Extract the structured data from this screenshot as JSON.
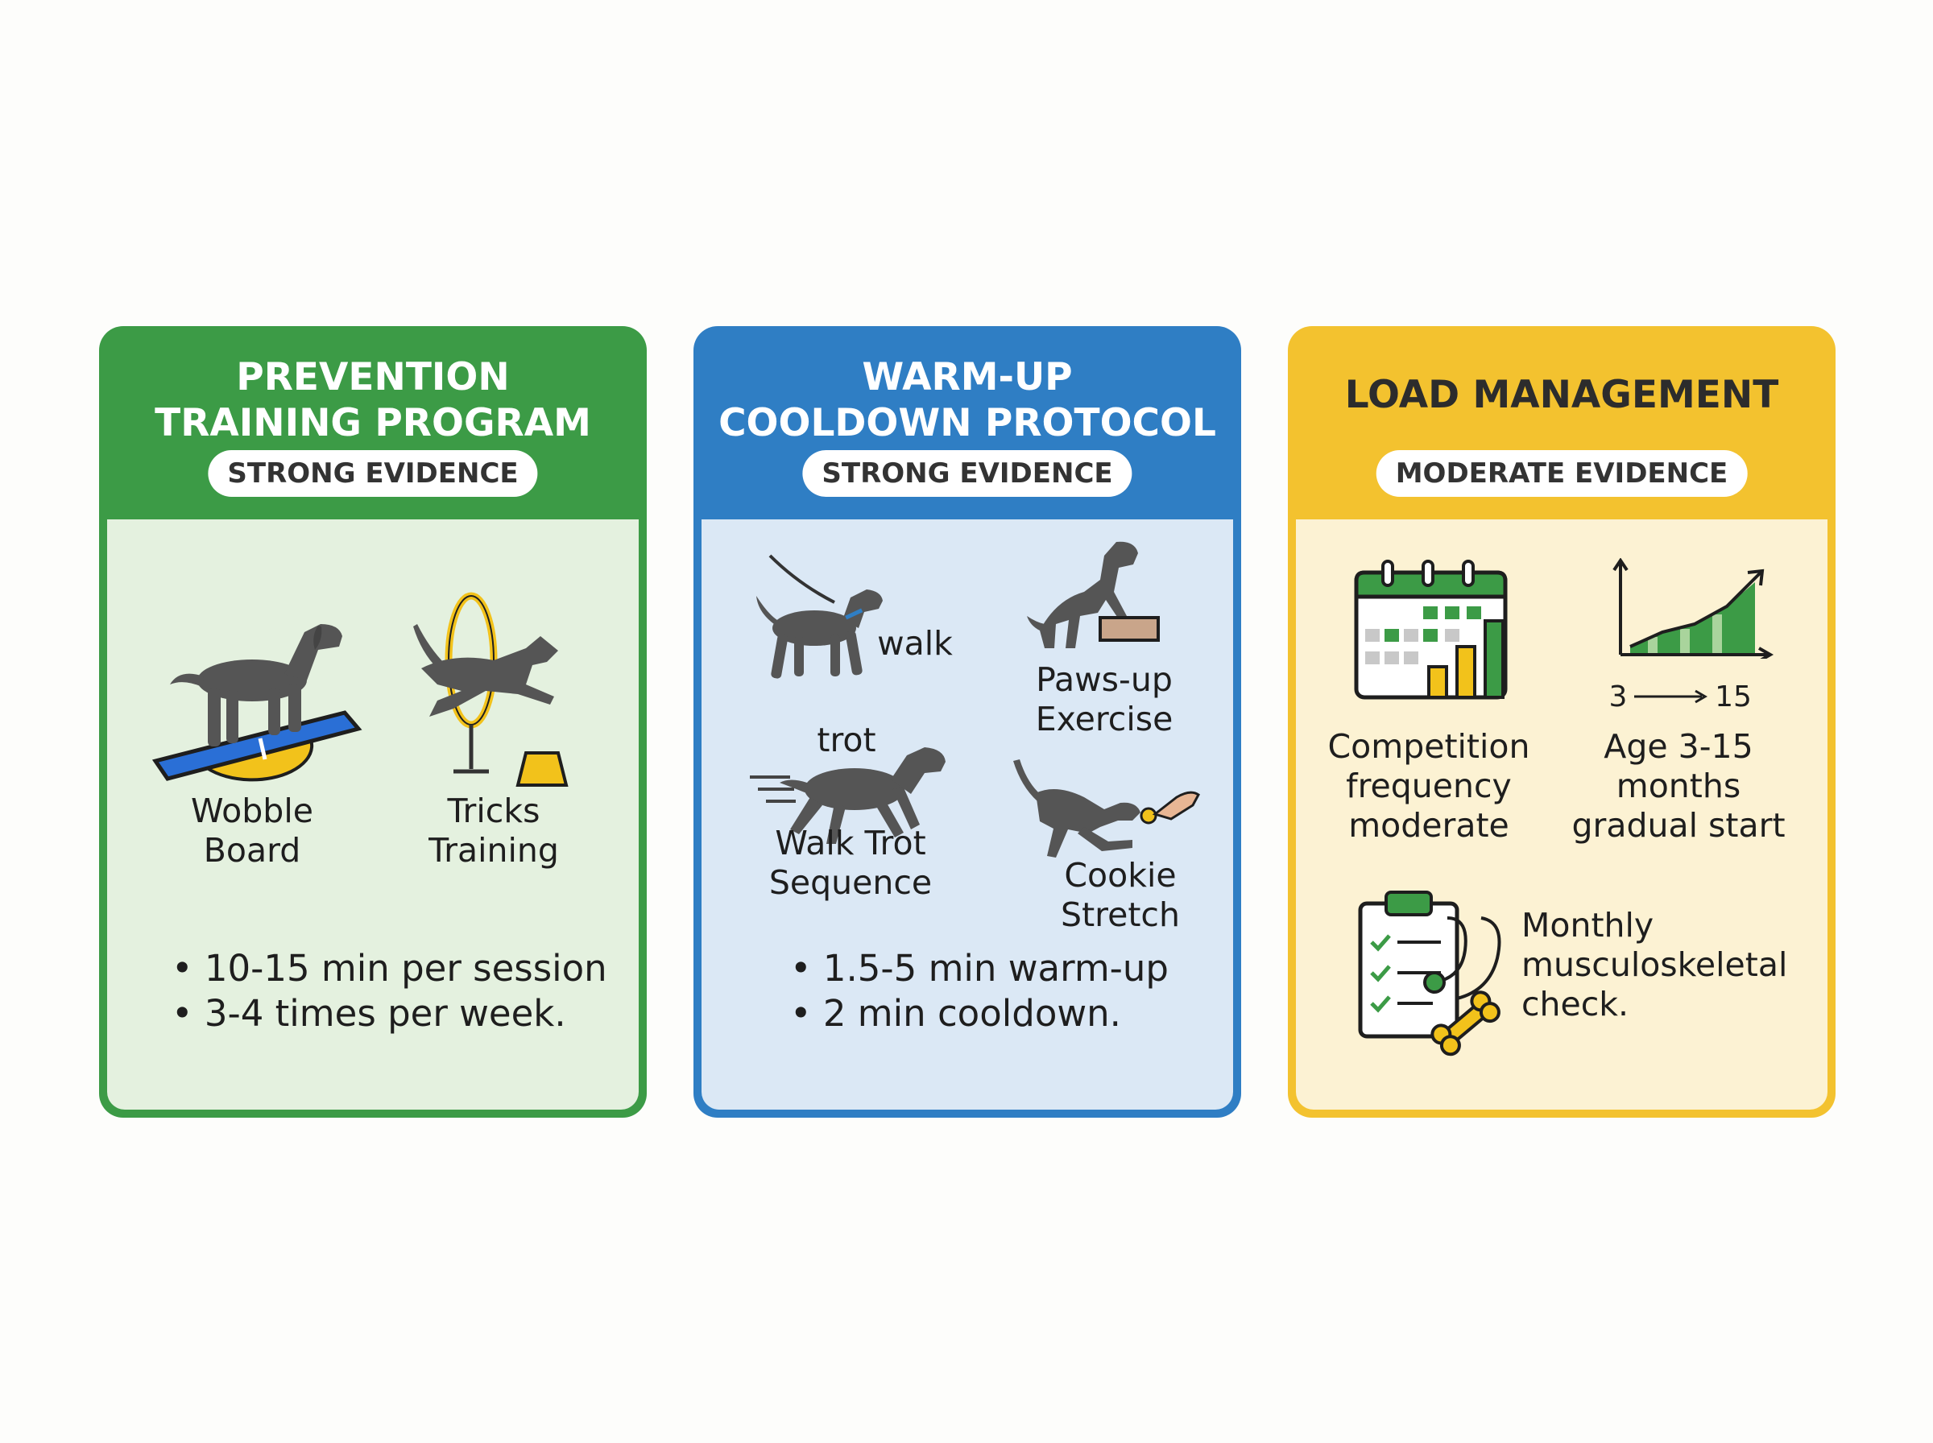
{
  "colors": {
    "green": "#3c9b46",
    "blue": "#2f7ec4",
    "yellow": "#f3c22f",
    "dog_gray": "#505050"
  },
  "cards": [
    {
      "title_lines": [
        "PREVENTION",
        "TRAINING PROGRAM"
      ],
      "badge": "STRONG EVIDENCE",
      "items": [
        {
          "label": "Wobble\nBoard",
          "icon": "dog-on-wobble-board-icon"
        },
        {
          "label": "Tricks\nTraining",
          "icon": "dog-jumping-hoop-icon"
        }
      ],
      "bullets": [
        "• 10-15 min per session",
        "• 3-4 times per week."
      ]
    },
    {
      "title_lines": [
        "WARM-UP",
        "COOLDOWN PROTOCOL"
      ],
      "badge": "STRONG EVIDENCE",
      "items": [
        {
          "label": "walk",
          "icon": "dog-on-leash-icon"
        },
        {
          "label": "Paws-up\nExercise",
          "icon": "dog-paws-up-icon"
        },
        {
          "label": "trot",
          "icon": "dog-trotting-icon"
        },
        {
          "label": "Walk Trot\nSequence",
          "icon": ""
        },
        {
          "label": "Cookie\nStretch",
          "icon": "dog-cookie-stretch-icon"
        }
      ],
      "bullets": [
        "• 1.5-5 min warm-up",
        "• 2 min cooldown."
      ]
    },
    {
      "title_lines": [
        "LOAD MANAGEMENT"
      ],
      "badge": "MODERATE EVIDENCE",
      "items": [
        {
          "label": "Competition\nfrequency\nmoderate",
          "icon": "calendar-chart-icon"
        },
        {
          "label": "Age 3-15\nmonths\ngradual start",
          "icon": "growth-chart-icon"
        },
        {
          "label": "Monthly\nmusculoskeletal\ncheck.",
          "icon": "clipboard-stethoscope-icon"
        }
      ],
      "chart_axis": {
        "start": "3",
        "end": "15"
      }
    }
  ]
}
